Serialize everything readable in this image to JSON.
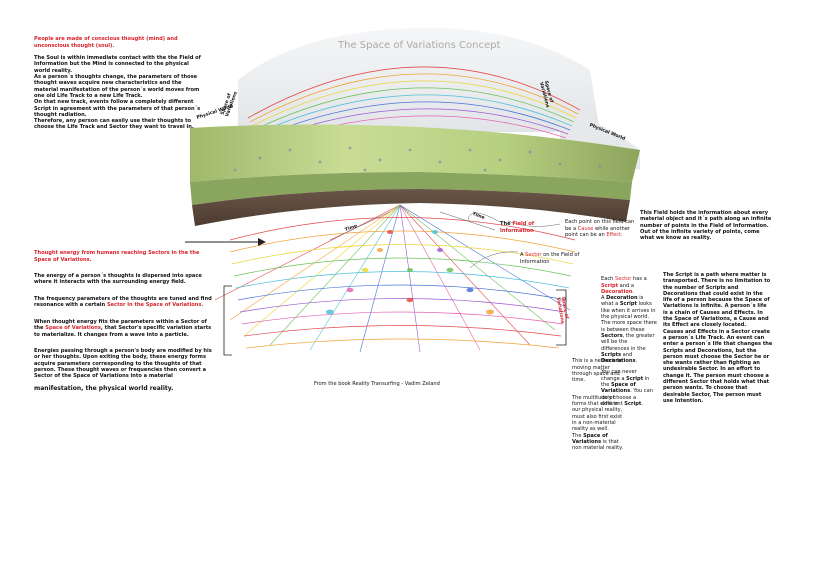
{
  "title": "The Space of Variations Concept",
  "credit": "From the book Reality Transurfing - Vadim Zeland",
  "labels": {
    "physical_world_left": "Physical World",
    "physical_world_right": "Physical World",
    "space_of_variations_left": "Space of Variations",
    "space_of_variations_right": "Space of Variations",
    "space_of_variations_lower": "Space of Variations",
    "time_left": "Time",
    "time_right": "Time"
  },
  "top_left_block": {
    "heading": "People are made of conscious thought (mind) and unconscious thought (soul).",
    "body": "The Soul is within immediate contact with the the Field of Information but the Mind is connected to the physical world reality.\nAs a person´s thoughts change, the parameters of those thought waves acquire new characteristics and the material manifestation of the person´s world moves from one old Life Track to a new Life Track.\nOn that new track, events follow a completely different Script in agreement with the parameters of that person´s thought radiation.\nTherefore, any person can easily use their thoughts to choose the Life Track and Sector they want to travel in."
  },
  "left_middle_block": {
    "heading": "Thought  energy from humans reaching Sectors in the the Space of Variations.",
    "p1": "The energy of a person´s thoughts is dispersed into space where it interacts with the surrounding energy field.",
    "p2_a": "The frequency parameters of the thoughts are tuned and find resonance with a certain ",
    "p2_b": "Sector in the Space of Variations.",
    "p3_a": "When thought energy fits the parameters within a Sector of the ",
    "p3_b": "Space of Variations",
    "p3_c": ", that Sector's specific variation starts to materialize. It changes from a wave into a particle.",
    "p4": "Energies passing through a person's body are modified by his or her thoughts.  Upon exiting the body, these energy forms acquire parameters corresponding to the thoughts of that person. These thought waves or frequencies then convert a Sector of the Space of Variations into a material",
    "p4_end": "manifestation, the physical world reality."
  },
  "field_label": {
    "a": "The ",
    "b": "Field of Information"
  },
  "point_block": {
    "a": "Each point on this field can be a ",
    "b": "Cause",
    "c": " while another point can be an ",
    "d": "Effect",
    "e": "."
  },
  "field_block": "This Field holds the information about every material object and it´s path along an infinite number of points in the Field of Information. Out of the infinite variety of points, come what we know as reality.",
  "sector_label": {
    "a": "A ",
    "b": "Sector",
    "c": " on the Field of Information"
  },
  "sector_block": {
    "a": "Each ",
    "b": "Sector",
    "c": " has a ",
    "d": "Script",
    "e": " and a ",
    "f": "Decoration",
    "g": ".\nA ",
    "h": "Decoration",
    "i": " is what a ",
    "j": "Script",
    "k": " looks like when it arrives in the physical world.\nThe more space there is between these ",
    "l": "Sectors",
    "m": ", the greater will be the differences in the ",
    "n": "Scripts",
    "o": " and ",
    "p": "Decorations",
    "q": ".",
    "r": "You can never change a ",
    "s": "Script",
    "t": " in the ",
    "u": "Space of Variations",
    "v": ".  You can only choose a different ",
    "w": "Script",
    "x": "."
  },
  "network_block": {
    "p1": "This is a network for moving matter through space and time.",
    "p2_a": "The multitude of forms that exist in our physical reality, must also first exist in a non-material reality as well.\nThe ",
    "p2_b": "Space of Variations",
    "p2_c": " is that non material reality."
  },
  "script_block": "The Script is a path where matter is transported. There is no limitation to the number of Scripts and Decorations that could exist in the life of a person because the Space of Variations is infinite. A person´s life is a chain of Causes and Effects. In the Space of Variations, a Cause and its Effect are closely located.\nCauses and Effects in a Sector create a person´s Life Track. An event can enter a person´s life that changes the Scripts and Decorations, but the person must choose the Sector he or she wants rather than fighting an undesirable Sector. In an effort to change it. The person must choose a different Sector that holds what that person wants.  To choose that desirable Sector, The person must use Intention.",
  "colors": {
    "accent_red": "#d8232a",
    "ground_green": "#b7cf7a",
    "soil_brown": "#6b574a",
    "sky_grey": "#e6e8ea"
  }
}
